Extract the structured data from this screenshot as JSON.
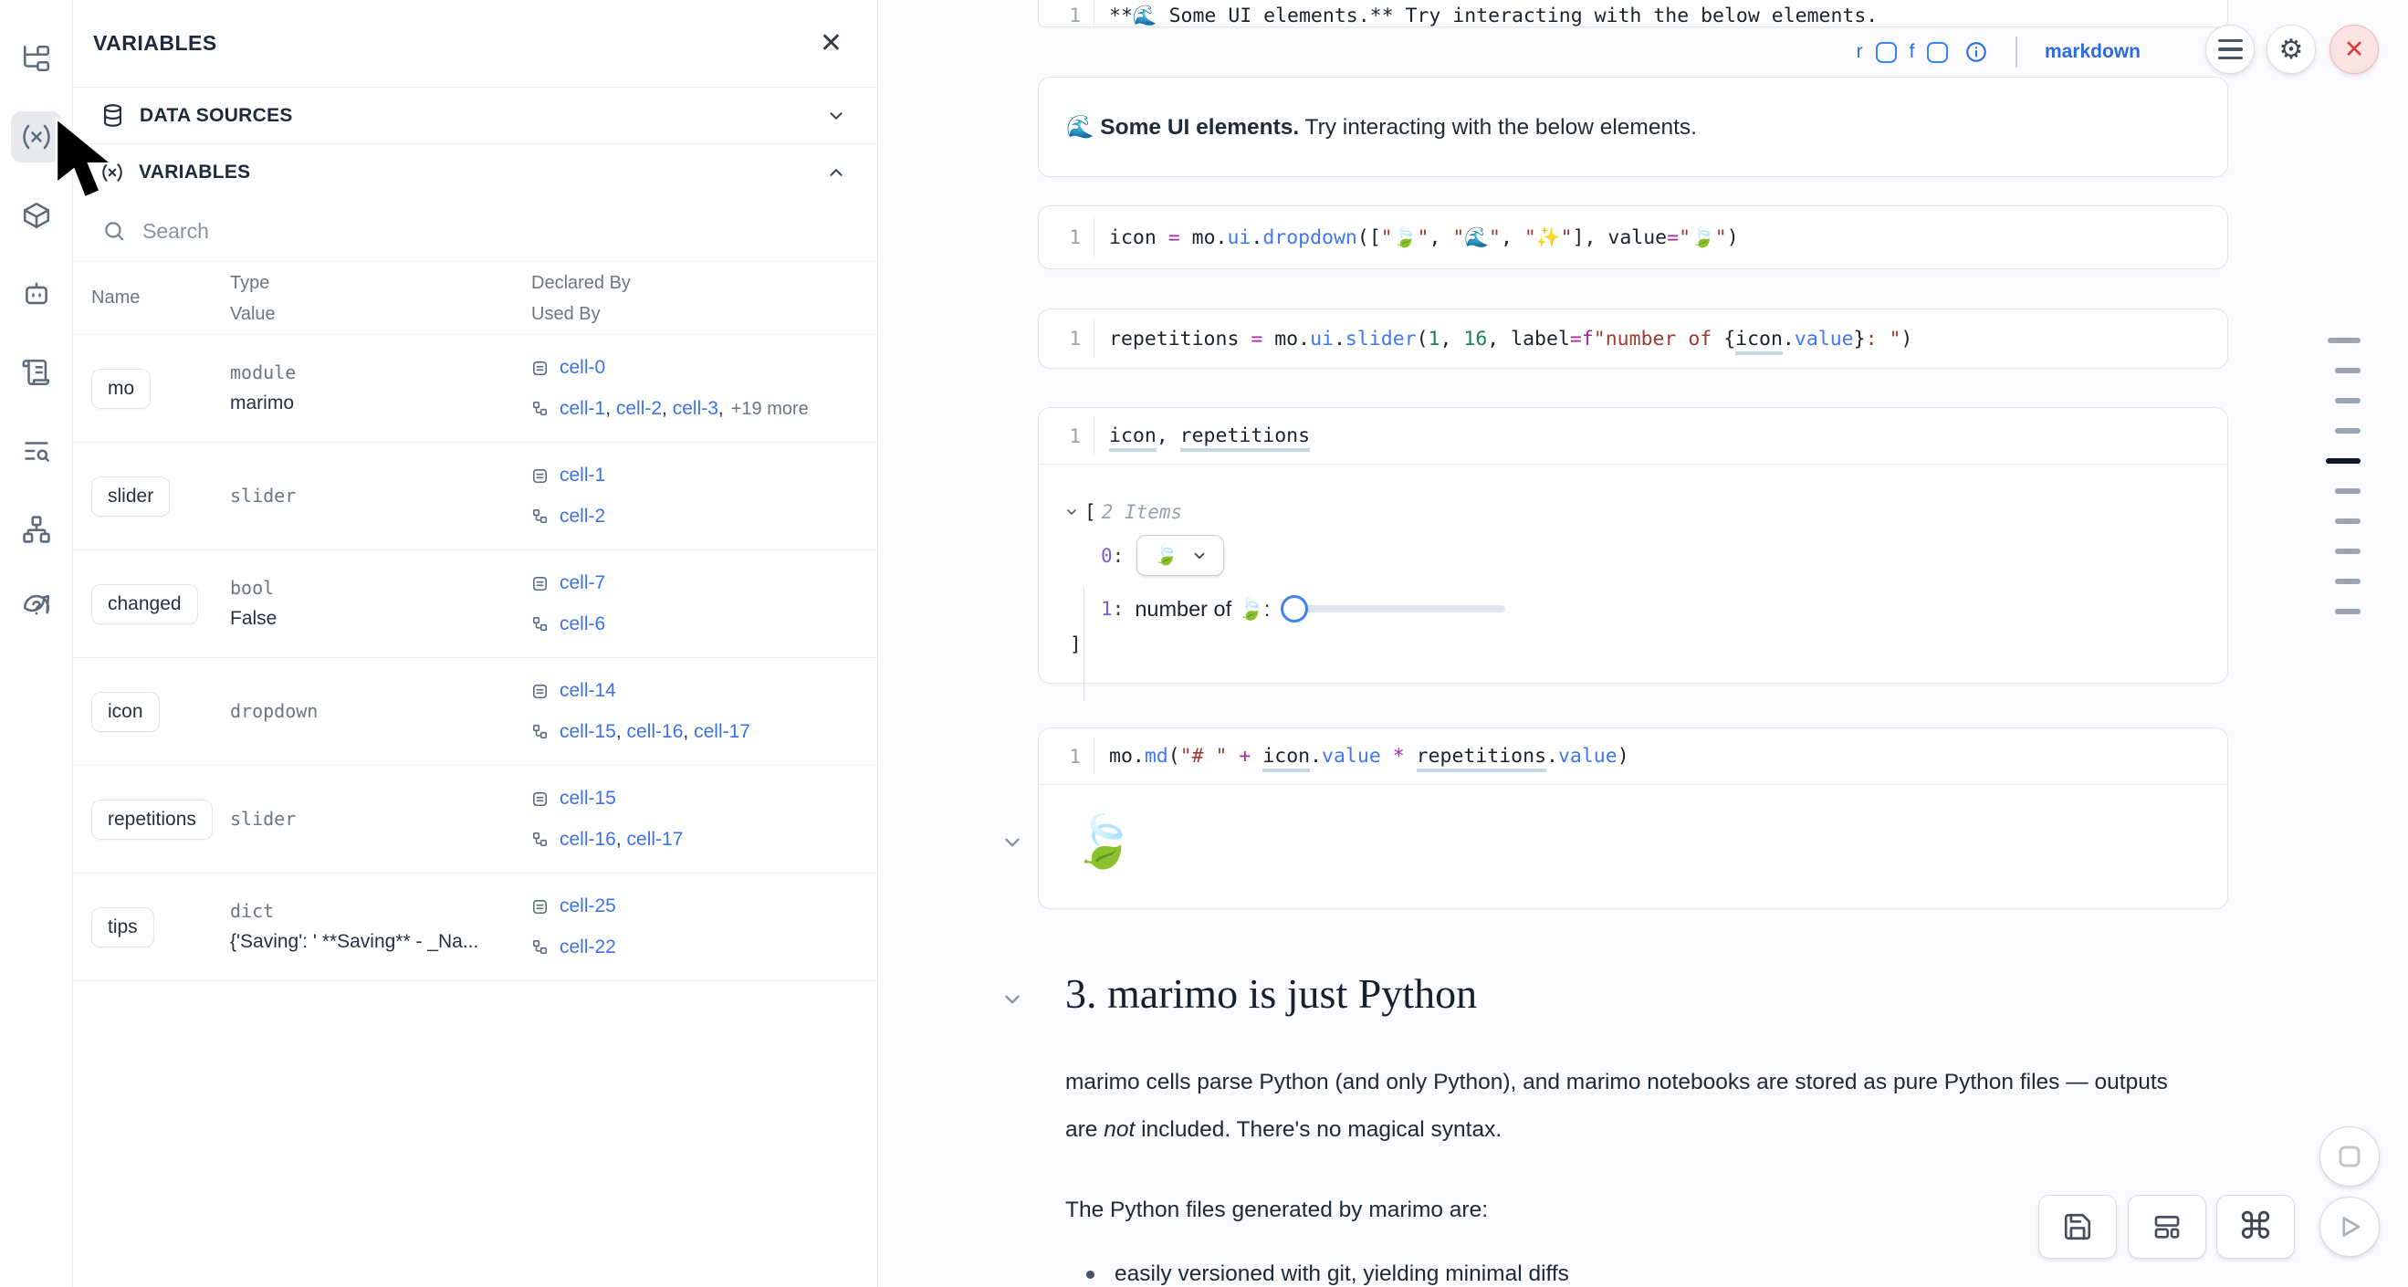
{
  "colors": {
    "accent_blue": "#3c72e8",
    "code_operator": "#a626a4",
    "code_function": "#4078f2",
    "code_string": "#9d3b32",
    "code_number": "#1a8060",
    "danger": "#d93b3b",
    "active_mark": "#111827"
  },
  "icons": {
    "activity_bar": [
      "file-tree",
      "variables",
      "packages",
      "ai-assistant",
      "scratchpad",
      "logs-search",
      "dependency-graph",
      "help"
    ],
    "close": "✕",
    "search": "magnifier",
    "data_sources": "database",
    "declared_by": "document",
    "used_by": "link",
    "menu": "hamburger",
    "settings": "⚙",
    "shutdown": "✕",
    "commands": "⌘",
    "save": "floppy-disk",
    "layout": "panels",
    "stop": "square",
    "run": "play-triangle"
  },
  "variables_panel": {
    "title": "VARIABLES",
    "close_glyph": "✕",
    "sections": {
      "data_sources": "DATA SOURCES",
      "variables": "VARIABLES"
    },
    "search_placeholder": "Search",
    "table": {
      "headers": {
        "name": "Name",
        "type": "Type",
        "value": "Value",
        "declared_by": "Declared By",
        "used_by": "Used By"
      },
      "rows": [
        {
          "name": "mo",
          "type": "module",
          "value": "marimo",
          "declared_by": [
            "cell-0"
          ],
          "used_by": [
            "cell-1",
            "cell-2",
            "cell-3"
          ],
          "used_by_more": "+19 more"
        },
        {
          "name": "slider",
          "type": "slider",
          "value": "",
          "declared_by": [
            "cell-1"
          ],
          "used_by": [
            "cell-2"
          ]
        },
        {
          "name": "changed",
          "type": "bool",
          "value": "False",
          "declared_by": [
            "cell-7"
          ],
          "used_by": [
            "cell-6"
          ]
        },
        {
          "name": "icon",
          "type": "dropdown",
          "value": "",
          "declared_by": [
            "cell-14"
          ],
          "used_by": [
            "cell-15",
            "cell-16",
            "cell-17"
          ]
        },
        {
          "name": "repetitions",
          "type": "slider",
          "value": "",
          "declared_by": [
            "cell-15"
          ],
          "used_by": [
            "cell-16",
            "cell-17"
          ]
        },
        {
          "name": "tips",
          "type": "dict",
          "value": "{'Saving': ' **Saving** - _Na...",
          "declared_by": [
            "cell-25"
          ],
          "used_by": [
            "cell-22"
          ]
        }
      ]
    }
  },
  "notebook": {
    "clipped_editor": {
      "line_no": "1",
      "tokens": [
        {
          "t": "**🌊 Some UI elements.** Try interacting with the below elements.",
          "c": "d"
        }
      ]
    },
    "md_toolbar": {
      "r_label": "r",
      "f_label": "f",
      "mode_label": "markdown"
    },
    "md_output": {
      "bold": "🌊 Some UI elements.",
      "normal": " Try interacting with the below elements."
    },
    "cells": [
      {
        "line_no": "1",
        "tokens": [
          {
            "t": "icon ",
            "c": "d"
          },
          {
            "t": "= ",
            "c": "op"
          },
          {
            "t": "mo.",
            "c": "d"
          },
          {
            "t": "ui",
            "c": "fn"
          },
          {
            "t": ".",
            "c": "d"
          },
          {
            "t": "dropdown",
            "c": "fn"
          },
          {
            "t": "([",
            "c": "d"
          },
          {
            "t": "\"🍃\"",
            "c": "str"
          },
          {
            "t": ", ",
            "c": "d"
          },
          {
            "t": "\"🌊\"",
            "c": "str"
          },
          {
            "t": ", ",
            "c": "d"
          },
          {
            "t": "\"✨\"",
            "c": "str"
          },
          {
            "t": "], value",
            "c": "d"
          },
          {
            "t": "=",
            "c": "op"
          },
          {
            "t": "\"🍃\"",
            "c": "str"
          },
          {
            "t": ")",
            "c": "d"
          }
        ]
      },
      {
        "line_no": "1",
        "tokens": [
          {
            "t": "repetitions ",
            "c": "d"
          },
          {
            "t": "= ",
            "c": "op"
          },
          {
            "t": "mo.",
            "c": "d"
          },
          {
            "t": "ui",
            "c": "fn"
          },
          {
            "t": ".",
            "c": "d"
          },
          {
            "t": "slider",
            "c": "fn"
          },
          {
            "t": "(",
            "c": "d"
          },
          {
            "t": "1",
            "c": "num"
          },
          {
            "t": ", ",
            "c": "d"
          },
          {
            "t": "16",
            "c": "num"
          },
          {
            "t": ", label",
            "c": "d"
          },
          {
            "t": "=",
            "c": "op"
          },
          {
            "t": "f",
            "c": "op"
          },
          {
            "t": "\"number of ",
            "c": "str"
          },
          {
            "t": "{",
            "c": "d"
          },
          {
            "t": "icon",
            "c": "u"
          },
          {
            "t": ".",
            "c": "d"
          },
          {
            "t": "value",
            "c": "fn"
          },
          {
            "t": "}",
            "c": "d"
          },
          {
            "t": ": \"",
            "c": "str"
          },
          {
            "t": ")",
            "c": "d"
          }
        ]
      },
      {
        "line_no": "1",
        "tokens": [
          {
            "t": "icon",
            "c": "u"
          },
          {
            "t": ", ",
            "c": "d"
          },
          {
            "t": "repetitions",
            "c": "u"
          }
        ]
      },
      {
        "line_no": "1",
        "tokens": [
          {
            "t": "mo.",
            "c": "d"
          },
          {
            "t": "md",
            "c": "fn"
          },
          {
            "t": "(",
            "c": "d"
          },
          {
            "t": "\"# \" ",
            "c": "str"
          },
          {
            "t": "+ ",
            "c": "op"
          },
          {
            "t": "icon",
            "c": "u"
          },
          {
            "t": ".",
            "c": "d"
          },
          {
            "t": "value",
            "c": "fn"
          },
          {
            "t": " ",
            "c": "d"
          },
          {
            "t": "* ",
            "c": "op"
          },
          {
            "t": "repetitions",
            "c": "u"
          },
          {
            "t": ".",
            "c": "d"
          },
          {
            "t": "value",
            "c": "fn"
          },
          {
            "t": ")",
            "c": "d"
          }
        ]
      }
    ],
    "tree_output": {
      "open_bracket": "[",
      "items_label": "2 Items",
      "close_bracket": "]",
      "index0": "0",
      "index1": "1",
      "colon": ":",
      "dropdown_value": "🍃",
      "slider_label": "number of 🍃:"
    },
    "big_output_emoji": "🍃",
    "section": {
      "heading": "3. marimo is just Python",
      "p1_before": "marimo cells parse Python (and only Python), and marimo notebooks are stored as pure Python files — outputs are ",
      "p1_italic": "not",
      "p1_after": " included. There's no magical syntax.",
      "p2": "The Python files generated by marimo are:",
      "bullet1": "easily versioned with git, yielding minimal diffs"
    }
  }
}
